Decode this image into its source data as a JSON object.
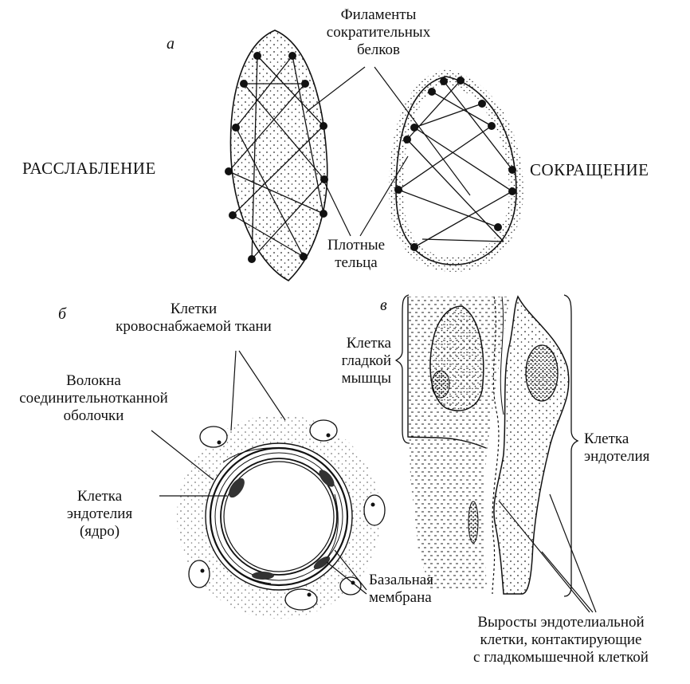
{
  "panel_a": {
    "letter": "а",
    "relaxation": "РАССЛАБЛЕНИЕ",
    "contraction": "СОКРАЩЕНИЕ",
    "filaments": [
      "Филаменты",
      "сократительных",
      "белков"
    ],
    "dense_bodies": [
      "Плотные",
      "тельца"
    ]
  },
  "panel_b": {
    "letter": "б",
    "tissue_cells": [
      "Клетки",
      "кровоснабжаемой ткани"
    ],
    "fibers": [
      "Волокна",
      "соединительнотканной",
      "оболочки"
    ],
    "endothelium_nucleus": [
      "Клетка",
      "эндотелия",
      "(ядро)"
    ],
    "basal_membrane": [
      "Базальная",
      "мембрана"
    ]
  },
  "panel_c": {
    "letter": "в",
    "smooth_muscle_cell": [
      "Клетка",
      "гладкой",
      "мышцы"
    ],
    "endothelial_cell": [
      "Клетка",
      "эндотелия"
    ],
    "outgrowths": [
      "Выросты эндотелиальной",
      "клетки, контактирующие",
      "с гладкомышечной клеткой"
    ]
  }
}
